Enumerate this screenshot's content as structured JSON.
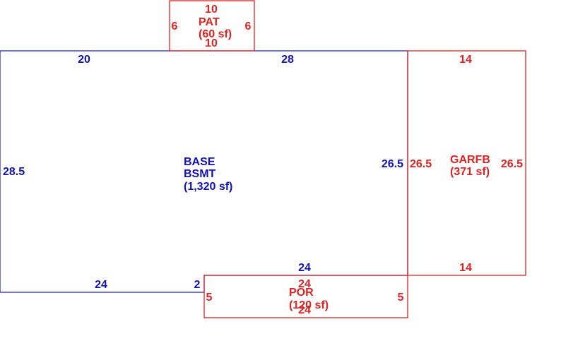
{
  "colors": {
    "base": "#1111bb",
    "addition": "#dd2222"
  },
  "areas": {
    "base": {
      "line1": "BASE",
      "line2": "BSMT",
      "area": "(1,320 sf)"
    },
    "patio": {
      "line1": "PAT",
      "area": "(60 sf)"
    },
    "garage": {
      "line1": "GARFB",
      "area": "(371 sf)"
    },
    "porch": {
      "line1": "POR",
      "area": "(120 sf)"
    }
  },
  "dimensions": {
    "base": {
      "top_left": "20",
      "top_right": "28",
      "left": "28.5",
      "right": "26.5",
      "bottom_left": "24",
      "step": "2",
      "bottom_right": "24"
    },
    "patio": {
      "top": "10",
      "bottom": "10",
      "left": "6",
      "right": "6"
    },
    "garage": {
      "top": "14",
      "bottom": "14",
      "left": "26.5",
      "right": "26.5"
    },
    "porch": {
      "top": "24",
      "bottom": "24",
      "left": "5",
      "right": "5"
    }
  }
}
